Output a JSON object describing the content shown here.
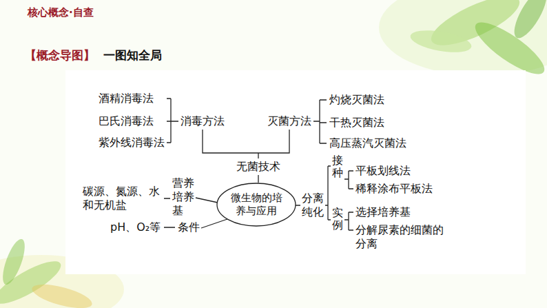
{
  "diagram": {
    "title": "核心概念·自查",
    "nodes": [
      {
        "text": [
          "微生物的培养与应用"
        ]
      }
    ],
    "labels": [
      "【概念导图】",
      "一图知全局",
      "酒精消毒法",
      "巴氏消毒法",
      "紫外线消毒法",
      "消毒方法",
      "灭菌方法",
      "灼烧灭菌法",
      "干热灭菌法",
      "高压蒸汽灭菌法",
      "无菌技术",
      "营养培养基",
      "碳源、氮源、水和无机盐",
      "条件",
      "pH、O₂等",
      "分离纯化",
      "接种",
      "平板划线法",
      "稀释涂布平板法",
      "实例",
      "选择培养基",
      "分解尿素的细菌的分离"
    ]
  }
}
